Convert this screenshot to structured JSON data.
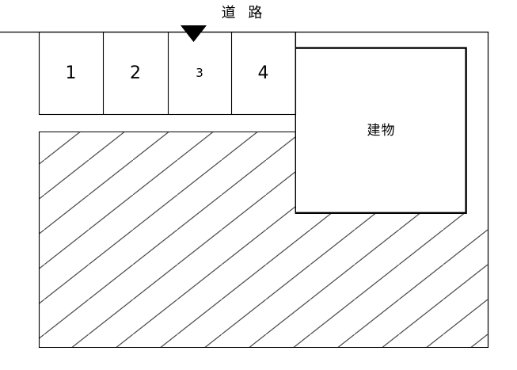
{
  "diagram": {
    "kind": "site-plan",
    "labels": {
      "road": "道 路",
      "building": "建物"
    },
    "parking": {
      "spaces": [
        {
          "label": "1"
        },
        {
          "label": "2"
        },
        {
          "label": "3"
        },
        {
          "label": "4"
        }
      ]
    },
    "marker": {
      "icon": "down-triangle-icon",
      "color": "#000000"
    },
    "colors": {
      "background": "#ffffff",
      "line": "#000000",
      "hatch_line": "#404040"
    }
  }
}
